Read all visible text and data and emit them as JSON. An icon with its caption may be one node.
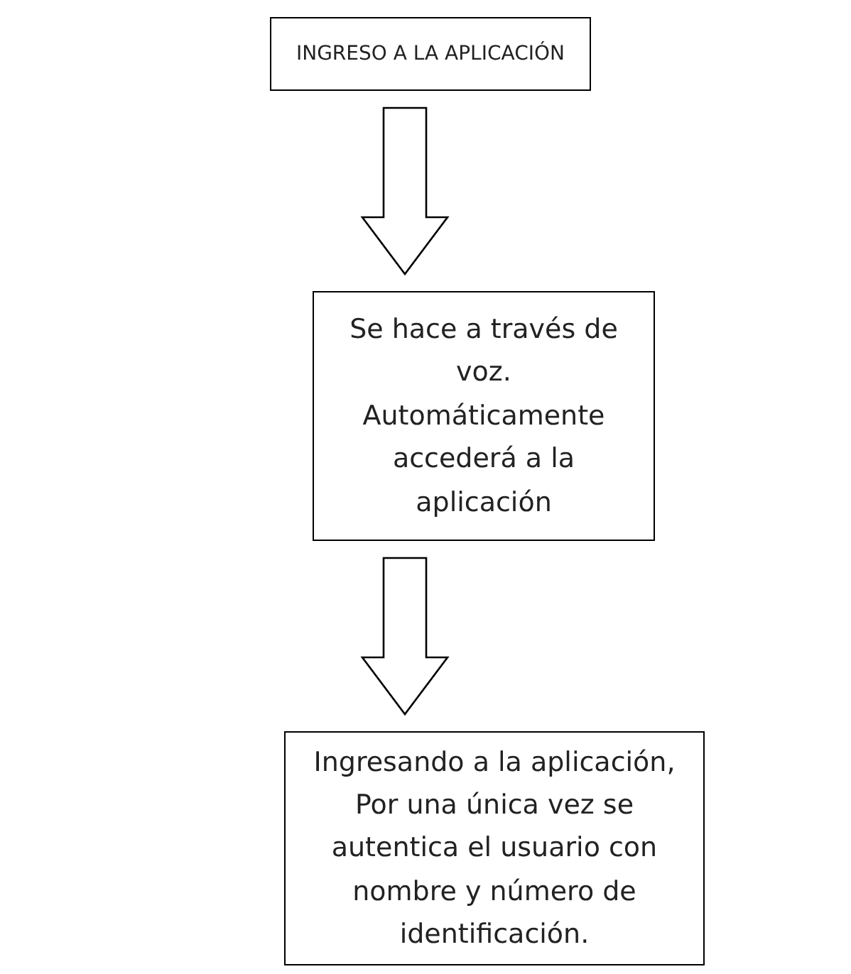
{
  "diagram": {
    "nodes": [
      {
        "text": [
          "INGRESO A LA APLICACIÓN"
        ]
      },
      {
        "text": [
          "Se hace a través de voz. Automáticamente accederá a la aplicación"
        ]
      },
      {
        "text": [
          "Ingresando a la aplicación, Por una única vez se autentica el usuario con nombre y número de identificación."
        ]
      }
    ],
    "edges": [
      {
        "from": 0,
        "to": 1,
        "arrow": "to"
      },
      {
        "from": 1,
        "to": 2,
        "arrow": "to"
      }
    ]
  }
}
